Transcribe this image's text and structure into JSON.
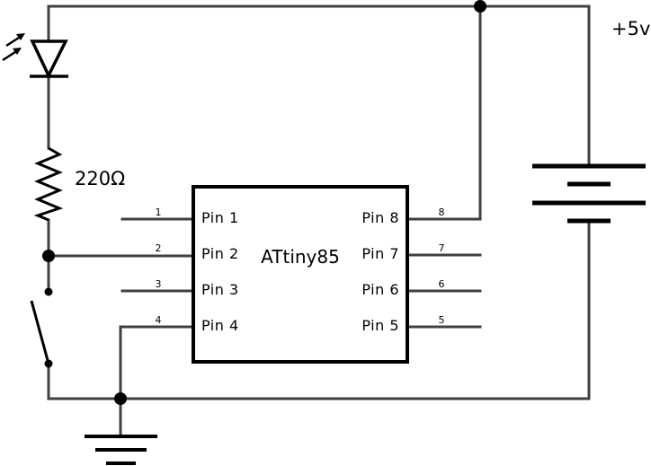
{
  "supply_label": "+5v",
  "resistor_label": "220Ω",
  "chip": {
    "name": "ATtiny85",
    "pins": [
      {
        "num": "1",
        "label": "Pin 1"
      },
      {
        "num": "2",
        "label": "Pin 2"
      },
      {
        "num": "3",
        "label": "Pin 3"
      },
      {
        "num": "4",
        "label": "Pin 4"
      },
      {
        "num": "5",
        "label": "Pin 5"
      },
      {
        "num": "6",
        "label": "Pin 6"
      },
      {
        "num": "7",
        "label": "Pin 7"
      },
      {
        "num": "8",
        "label": "Pin 8"
      }
    ]
  }
}
